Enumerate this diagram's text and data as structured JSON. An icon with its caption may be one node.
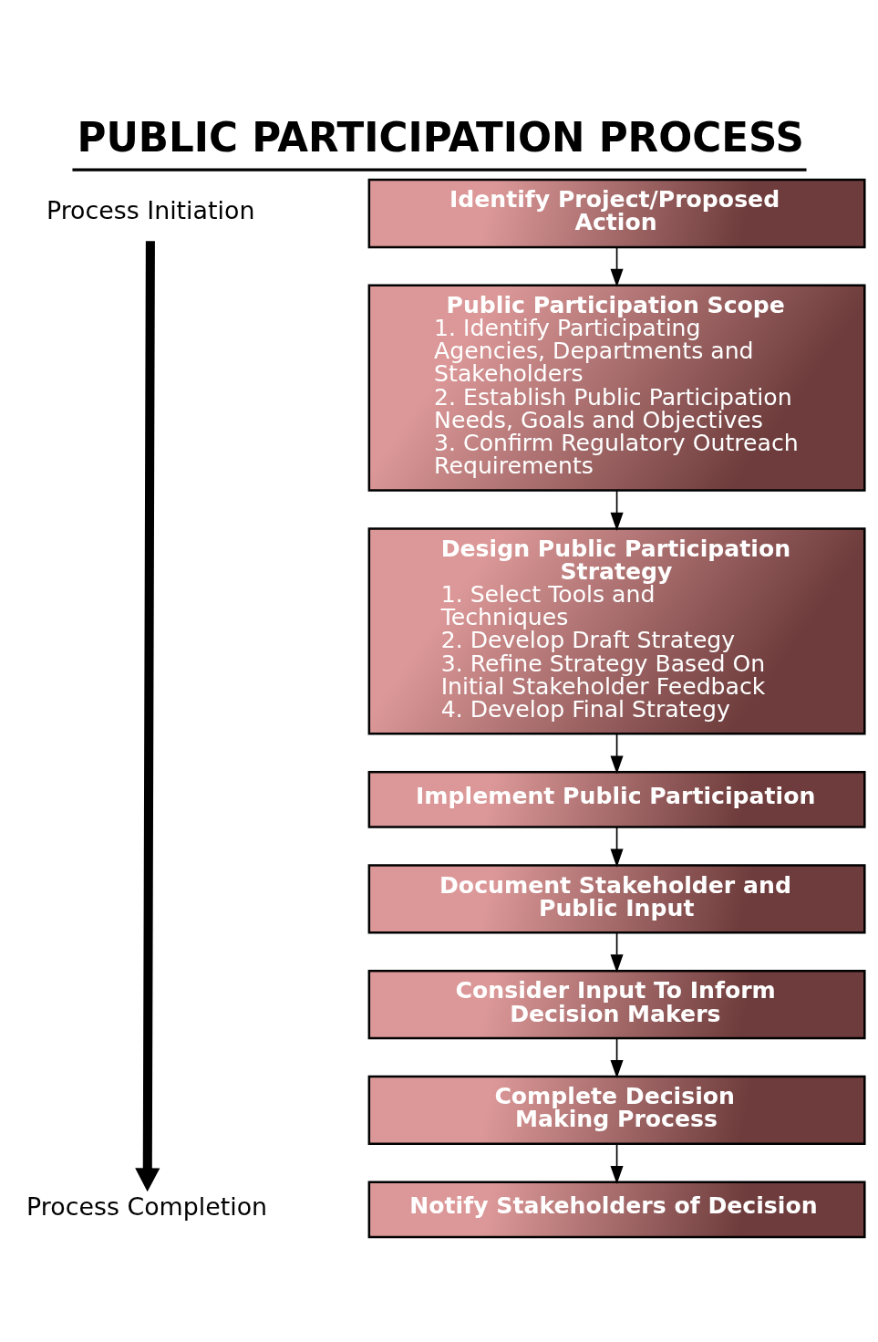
{
  "diagram": {
    "title": "PUBLIC PARTICIPATION PROCESS",
    "nodes": [
      {
        "text": [
          "Process Initiation"
        ]
      },
      {
        "text": [
          "Identify Project/Proposed Action"
        ]
      },
      {
        "text": [
          "Public Participation Scope",
          "1. Identify Participating Agencies, Departments and Stakeholders",
          "2. Establish Public Participation Needs, Goals and Objectives",
          "3. Confirm Regulatory Outreach Requirements"
        ]
      },
      {
        "text": [
          "Design Public Participation Strategy",
          "1. Select Tools and Techniques",
          "2. Develop Draft Strategy",
          "3. Refine Strategy Based On Initial Stakeholder Feedback",
          "4. Develop Final Strategy"
        ]
      },
      {
        "text": [
          "Implement Public Participation"
        ]
      },
      {
        "text": [
          "Document Stakeholder and Public Input"
        ]
      },
      {
        "text": [
          "Consider Input To Inform Decision Makers"
        ]
      },
      {
        "text": [
          "Complete Decision Making Process"
        ]
      },
      {
        "text": [
          "Process Completion"
        ]
      },
      {
        "text": [
          "Notify Stakeholders of Decision"
        ]
      }
    ],
    "edges": [
      {
        "from": 0,
        "to": 8,
        "arrow": "to",
        "style": "thick"
      },
      {
        "from": 1,
        "to": 2,
        "arrow": "to"
      },
      {
        "from": 2,
        "to": 3,
        "arrow": "to"
      },
      {
        "from": 3,
        "to": 4,
        "arrow": "to"
      },
      {
        "from": 4,
        "to": 5,
        "arrow": "to"
      },
      {
        "from": 5,
        "to": 6,
        "arrow": "to"
      },
      {
        "from": 6,
        "to": 7,
        "arrow": "to"
      },
      {
        "from": 7,
        "to": 9,
        "arrow": "to"
      }
    ]
  }
}
